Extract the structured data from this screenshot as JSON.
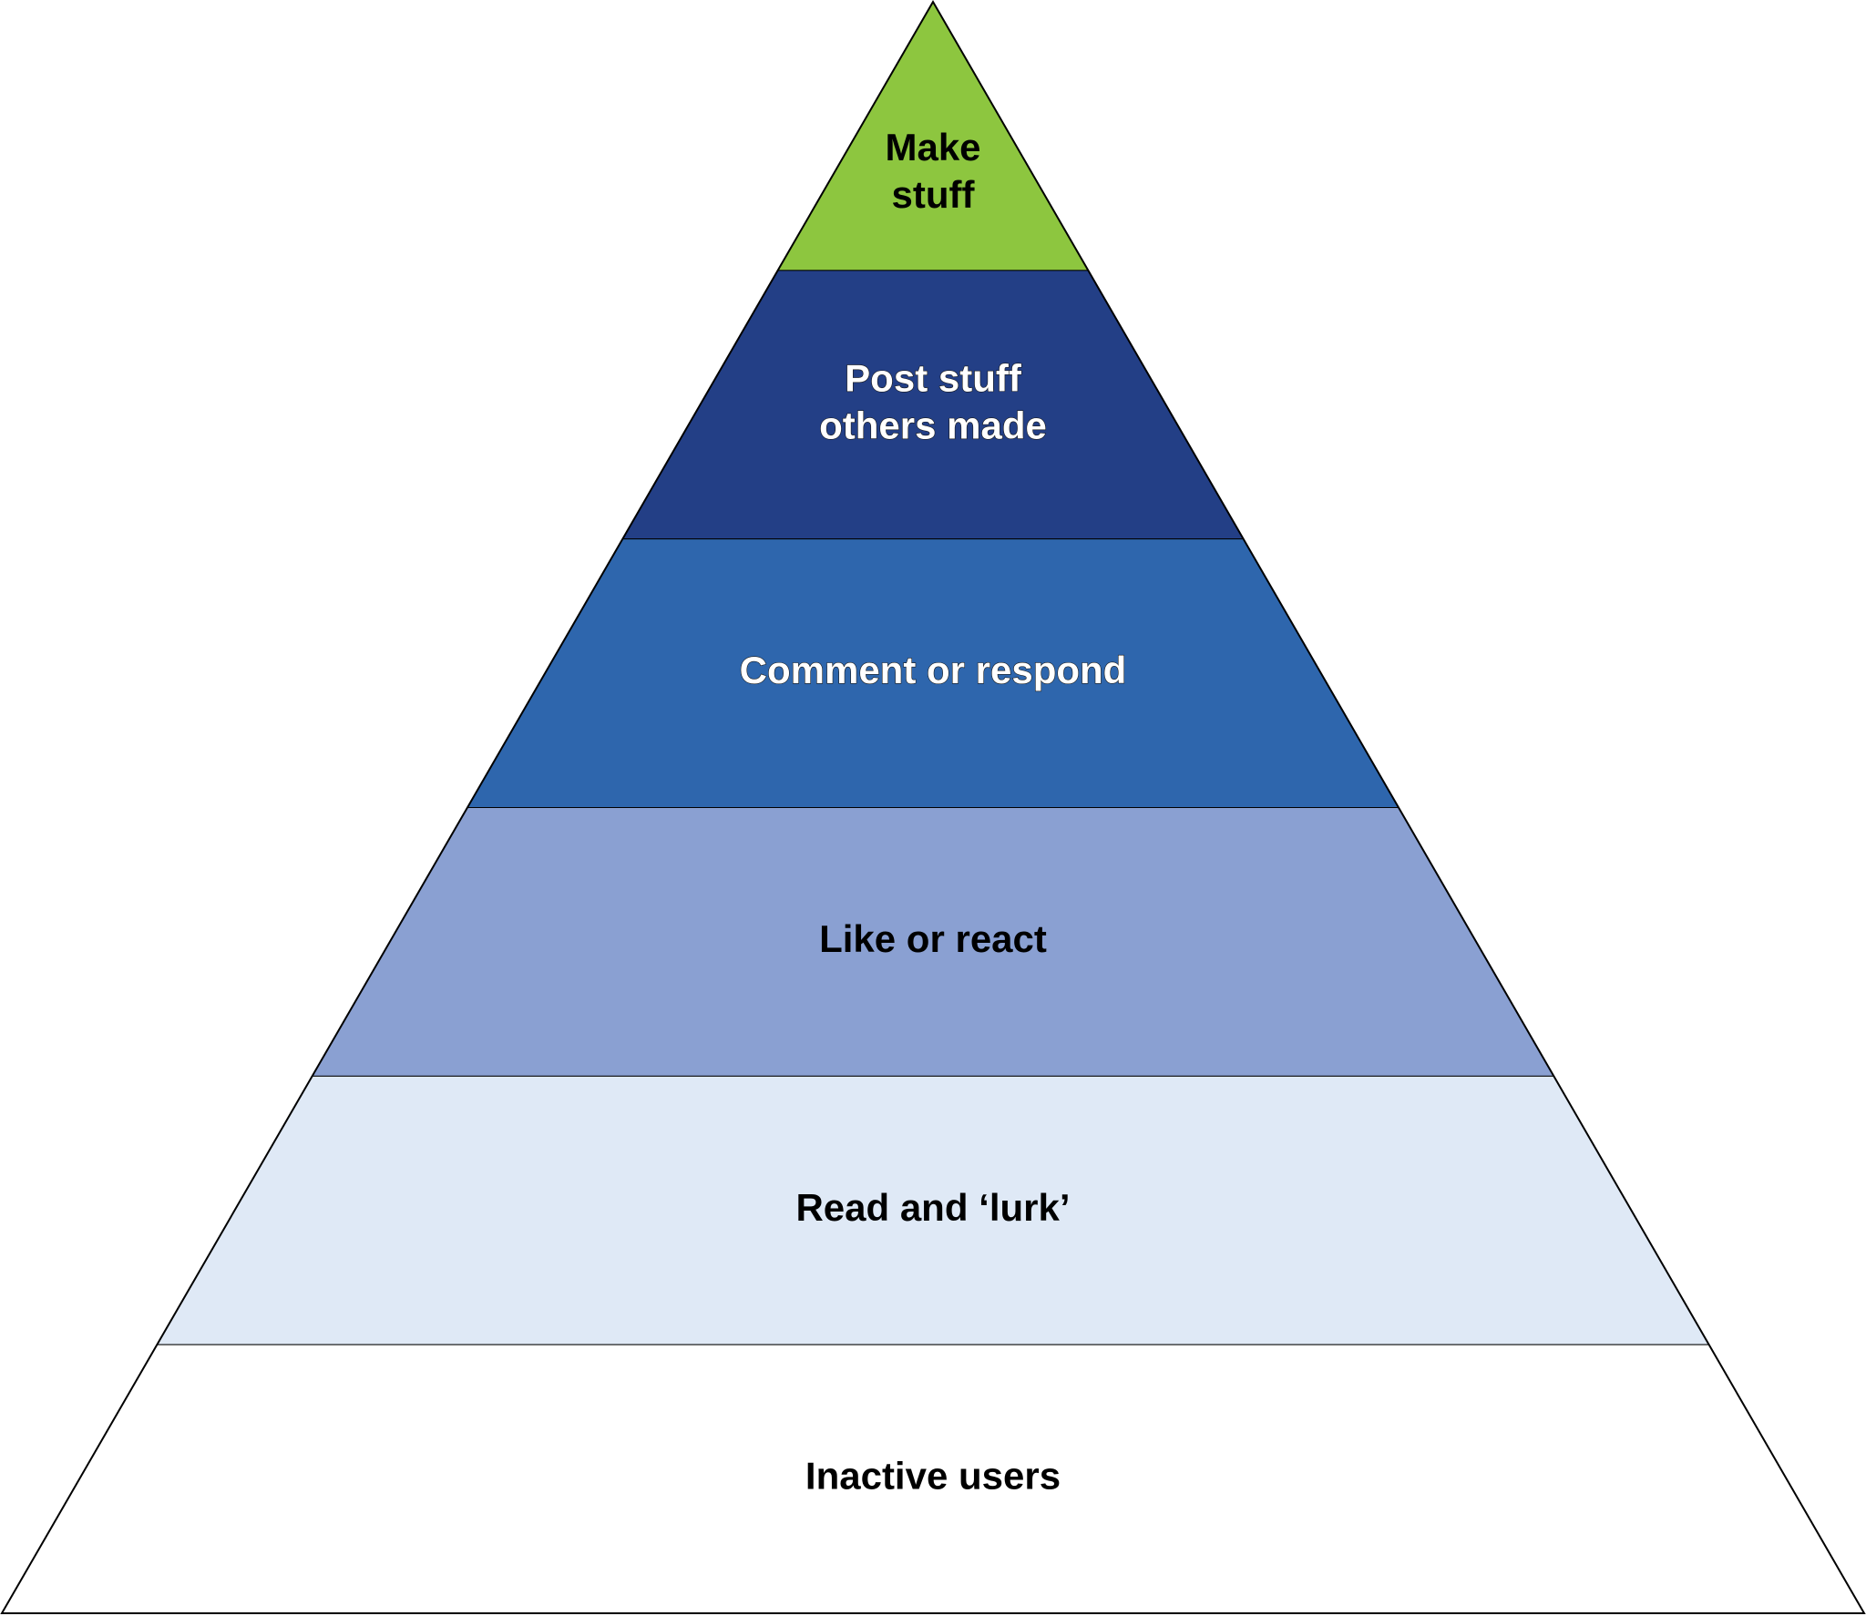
{
  "diagram": {
    "type": "pyramid",
    "tiers": [
      {
        "lines": [
          "Make",
          "stuff"
        ],
        "fill": "#8dc63f",
        "text_color": "#000000",
        "text_stroke": "none"
      },
      {
        "lines": [
          "Post stuff",
          "others made"
        ],
        "fill": "#233f86",
        "text_color": "#ffffff",
        "text_stroke": "#1a1a1a"
      },
      {
        "lines": [
          "Comment or respond"
        ],
        "fill": "#2e66ad",
        "text_color": "#ffffff",
        "text_stroke": "#1a1a1a"
      },
      {
        "lines": [
          "Like or react"
        ],
        "fill": "#8aa0d2",
        "text_color": "#000000",
        "text_stroke": "none"
      },
      {
        "lines": [
          "Read and ‘lurk’"
        ],
        "fill": "#dfe9f6",
        "text_color": "#000000",
        "text_stroke": "none"
      },
      {
        "lines": [
          "Inactive users"
        ],
        "fill": "#ffffff",
        "text_color": "#000000",
        "text_stroke": "none"
      }
    ],
    "outline_color": "#000000"
  }
}
